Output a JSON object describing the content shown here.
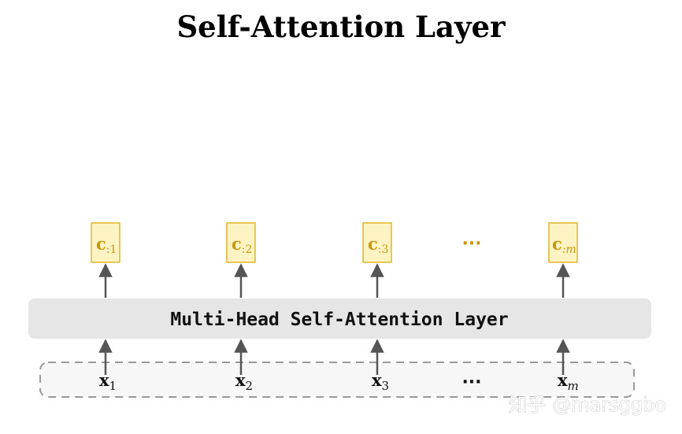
{
  "title": "Self-Attention Layer",
  "layer_label": "Multi-Head Self-Attention Layer",
  "outputs": [
    {
      "base": "c",
      "sub": ":1"
    },
    {
      "base": "c",
      "sub": ":2"
    },
    {
      "base": "c",
      "sub": ":3"
    },
    {
      "base": "c",
      "sub": ":m"
    }
  ],
  "inputs": [
    {
      "base": "x",
      "sub": "1"
    },
    {
      "base": "x",
      "sub": "2"
    },
    {
      "base": "x",
      "sub": "3"
    },
    {
      "base": "x",
      "sub": "m"
    }
  ],
  "ellipsis": "···",
  "watermark": "知乎 @marsggbo",
  "colors": {
    "output_fill": "#fdf3c3",
    "output_stroke": "#e0b52a",
    "output_text": "#c9970d",
    "layer_fill": "#e6e6e6",
    "arrow": "#555555"
  }
}
